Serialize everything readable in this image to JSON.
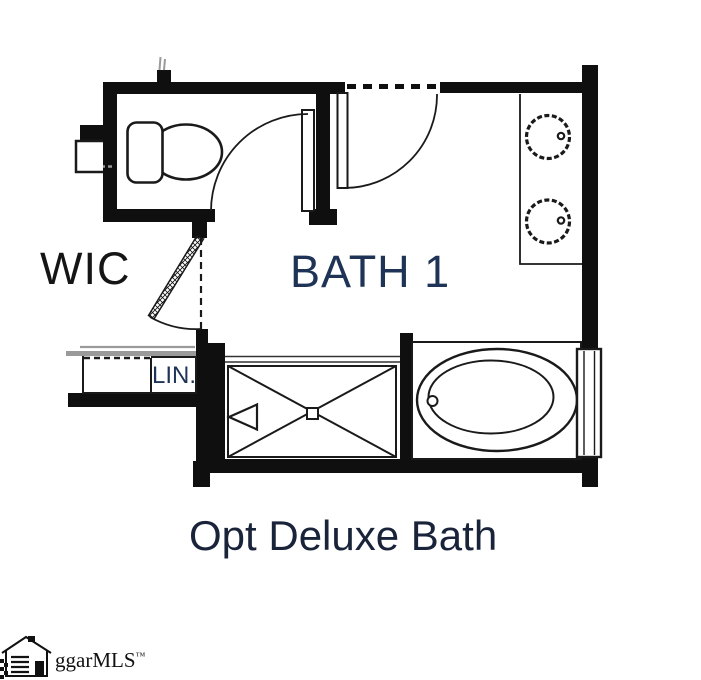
{
  "labels": {
    "wic": "WIC",
    "bath": "BATH 1",
    "linen": "LIN.",
    "caption": "Opt Deluxe Bath"
  },
  "watermark": {
    "text": "ggarMLS",
    "tm": "™"
  },
  "colors": {
    "background": "#ffffff",
    "wall": "#0f0f0f",
    "line": "#1a1a1a",
    "gray": "#9a9a9a",
    "label_dark": "#151515",
    "label_navy": "#1e3356",
    "caption": "#19233a"
  },
  "fixtures": {
    "toilet": "toilet-icon",
    "vanity": "double-sink-vanity-icon",
    "shower": "shower-pan-icon",
    "tub": "bathtub-icon",
    "window": "window-icon",
    "linen_closet": "linen-closet-icon",
    "door_swings": "door-swing-icon",
    "house_logo": "house-icon"
  }
}
